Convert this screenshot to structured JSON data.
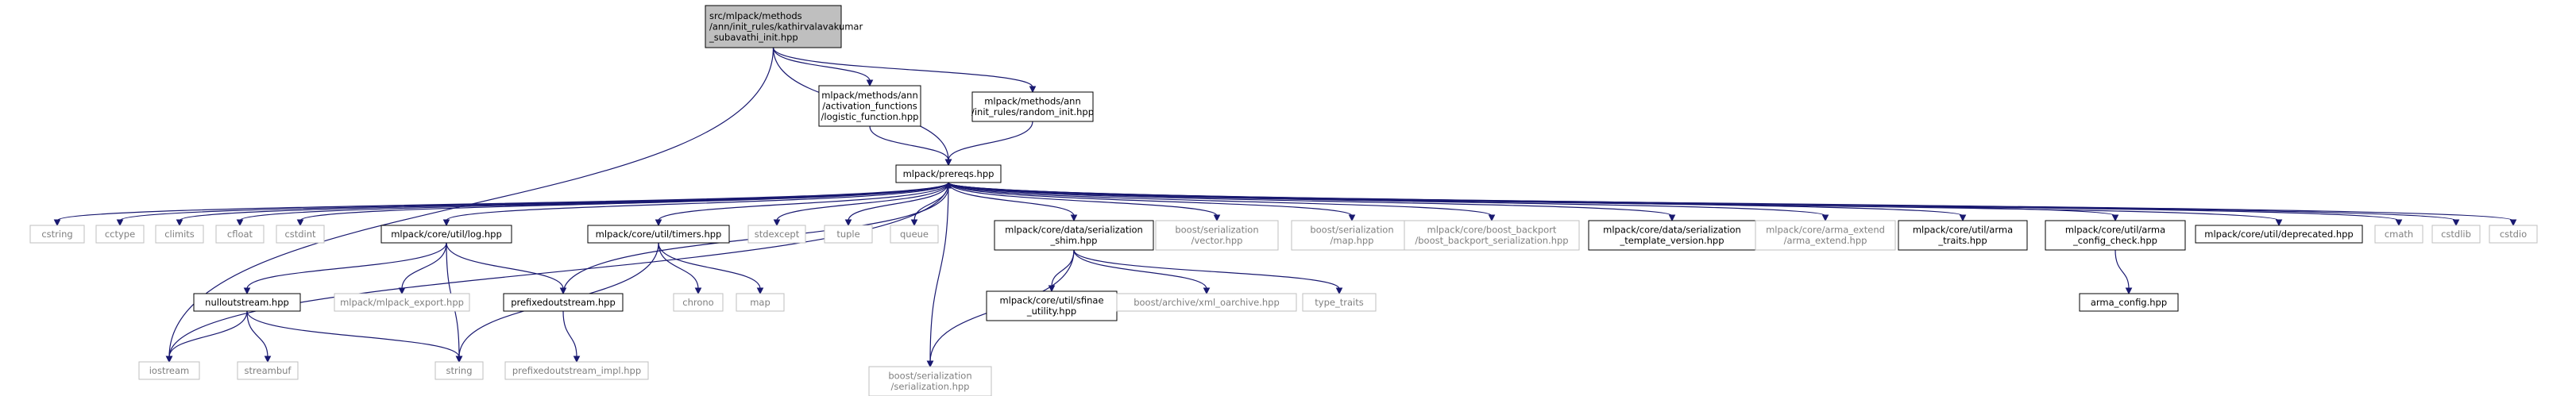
{
  "colors": {
    "edge": "#191970",
    "root_fill": "#bfbfbf",
    "border_black": "#000000",
    "border_gray": "#bfbfbf",
    "text_black": "#000000",
    "text_gray": "#7f7f7f",
    "background": "#ffffff"
  },
  "nodes": [
    {
      "id": "root",
      "lines": [
        "src/mlpack/methods",
        "/ann/init_rules/kathirvalavakumar",
        "_subavathi_init.hpp"
      ],
      "style": "root"
    },
    {
      "id": "logistic",
      "lines": [
        "mlpack/methods/ann",
        "/activation_functions",
        "/logistic_function.hpp"
      ],
      "style": "solid"
    },
    {
      "id": "random_init",
      "lines": [
        "mlpack/methods/ann",
        "/init_rules/random_init.hpp"
      ],
      "style": "solid"
    },
    {
      "id": "prereqs",
      "lines": [
        "mlpack/prereqs.hpp"
      ],
      "style": "solid"
    },
    {
      "id": "cstring",
      "lines": [
        "cstring"
      ],
      "style": "gray"
    },
    {
      "id": "cctype",
      "lines": [
        "cctype"
      ],
      "style": "gray"
    },
    {
      "id": "climits",
      "lines": [
        "climits"
      ],
      "style": "gray"
    },
    {
      "id": "cfloat",
      "lines": [
        "cfloat"
      ],
      "style": "gray"
    },
    {
      "id": "cstdint",
      "lines": [
        "cstdint"
      ],
      "style": "gray"
    },
    {
      "id": "log",
      "lines": [
        "mlpack/core/util/log.hpp"
      ],
      "style": "solid"
    },
    {
      "id": "timers",
      "lines": [
        "mlpack/core/util/timers.hpp"
      ],
      "style": "solid"
    },
    {
      "id": "stdexcept",
      "lines": [
        "stdexcept"
      ],
      "style": "gray"
    },
    {
      "id": "tuple",
      "lines": [
        "tuple"
      ],
      "style": "gray"
    },
    {
      "id": "queue",
      "lines": [
        "queue"
      ],
      "style": "gray"
    },
    {
      "id": "ser_shim",
      "lines": [
        "mlpack/core/data/serialization",
        "_shim.hpp"
      ],
      "style": "solid"
    },
    {
      "id": "boost_vector",
      "lines": [
        "boost/serialization",
        "/vector.hpp"
      ],
      "style": "gray"
    },
    {
      "id": "boost_map",
      "lines": [
        "boost/serialization",
        "/map.hpp"
      ],
      "style": "gray"
    },
    {
      "id": "boost_backport",
      "lines": [
        "mlpack/core/boost_backport",
        "/boost_backport_serialization.hpp"
      ],
      "style": "gray"
    },
    {
      "id": "ser_template",
      "lines": [
        "mlpack/core/data/serialization",
        "_template_version.hpp"
      ],
      "style": "solid"
    },
    {
      "id": "arma_extend",
      "lines": [
        "mlpack/core/arma_extend",
        "/arma_extend.hpp"
      ],
      "style": "gray"
    },
    {
      "id": "arma_traits",
      "lines": [
        "mlpack/core/util/arma",
        "_traits.hpp"
      ],
      "style": "solid"
    },
    {
      "id": "arma_config_check",
      "lines": [
        "mlpack/core/util/arma",
        "_config_check.hpp"
      ],
      "style": "solid"
    },
    {
      "id": "deprecated",
      "lines": [
        "mlpack/core/util/deprecated.hpp"
      ],
      "style": "solid"
    },
    {
      "id": "cmath",
      "lines": [
        "cmath"
      ],
      "style": "gray"
    },
    {
      "id": "cstdlib",
      "lines": [
        "cstdlib"
      ],
      "style": "gray"
    },
    {
      "id": "cstdio",
      "lines": [
        "cstdio"
      ],
      "style": "gray"
    },
    {
      "id": "nullout",
      "lines": [
        "nulloutstream.hpp"
      ],
      "style": "solid"
    },
    {
      "id": "mlpack_export",
      "lines": [
        "mlpack/mlpack_export.hpp"
      ],
      "style": "gray"
    },
    {
      "id": "prefixed",
      "lines": [
        "prefixedoutstream.hpp"
      ],
      "style": "solid"
    },
    {
      "id": "chrono",
      "lines": [
        "chrono"
      ],
      "style": "gray"
    },
    {
      "id": "map",
      "lines": [
        "map"
      ],
      "style": "gray"
    },
    {
      "id": "boost_ser",
      "lines": [
        "boost/serialization",
        "/serialization.hpp"
      ],
      "style": "gray"
    },
    {
      "id": "sfinae",
      "lines": [
        "mlpack/core/util/sfinae",
        "_utility.hpp"
      ],
      "style": "solid"
    },
    {
      "id": "xml_oarchive",
      "lines": [
        "boost/archive/xml_oarchive.hpp"
      ],
      "style": "gray"
    },
    {
      "id": "type_traits",
      "lines": [
        "type_traits"
      ],
      "style": "gray"
    },
    {
      "id": "arma_config",
      "lines": [
        "arma_config.hpp"
      ],
      "style": "solid"
    },
    {
      "id": "iostream",
      "lines": [
        "iostream"
      ],
      "style": "gray"
    },
    {
      "id": "streambuf",
      "lines": [
        "streambuf"
      ],
      "style": "gray"
    },
    {
      "id": "string",
      "lines": [
        "string"
      ],
      "style": "gray"
    },
    {
      "id": "prefixed_impl",
      "lines": [
        "prefixedoutstream_impl.hpp"
      ],
      "style": "gray"
    }
  ],
  "edges": [
    [
      "root",
      "logistic"
    ],
    [
      "root",
      "random_init"
    ],
    [
      "root",
      "prereqs"
    ],
    [
      "root",
      "iostream"
    ],
    [
      "logistic",
      "prereqs"
    ],
    [
      "random_init",
      "prereqs"
    ],
    [
      "prereqs",
      "cstring"
    ],
    [
      "prereqs",
      "cctype"
    ],
    [
      "prereqs",
      "climits"
    ],
    [
      "prereqs",
      "cfloat"
    ],
    [
      "prereqs",
      "cstdint"
    ],
    [
      "prereqs",
      "iostream"
    ],
    [
      "prereqs",
      "log"
    ],
    [
      "prereqs",
      "timers"
    ],
    [
      "prereqs",
      "stdexcept"
    ],
    [
      "prereqs",
      "tuple"
    ],
    [
      "prereqs",
      "queue"
    ],
    [
      "prereqs",
      "boost_ser"
    ],
    [
      "prereqs",
      "ser_shim"
    ],
    [
      "prereqs",
      "boost_vector"
    ],
    [
      "prereqs",
      "boost_map"
    ],
    [
      "prereqs",
      "boost_backport"
    ],
    [
      "prereqs",
      "ser_template"
    ],
    [
      "prereqs",
      "arma_extend"
    ],
    [
      "prereqs",
      "arma_traits"
    ],
    [
      "prereqs",
      "arma_config_check"
    ],
    [
      "prereqs",
      "deprecated"
    ],
    [
      "prereqs",
      "cmath"
    ],
    [
      "prereqs",
      "cstdlib"
    ],
    [
      "prereqs",
      "cstdio"
    ],
    [
      "log",
      "nullout"
    ],
    [
      "log",
      "mlpack_export"
    ],
    [
      "log",
      "prefixed"
    ],
    [
      "log",
      "string"
    ],
    [
      "nullout",
      "iostream"
    ],
    [
      "nullout",
      "streambuf"
    ],
    [
      "nullout",
      "string"
    ],
    [
      "prefixed",
      "prereqs"
    ],
    [
      "prefixed",
      "prefixed_impl"
    ],
    [
      "timers",
      "chrono"
    ],
    [
      "timers",
      "map"
    ],
    [
      "timers",
      "string"
    ],
    [
      "ser_shim",
      "boost_ser"
    ],
    [
      "ser_shim",
      "sfinae"
    ],
    [
      "ser_shim",
      "xml_oarchive"
    ],
    [
      "ser_shim",
      "type_traits"
    ],
    [
      "arma_config_check",
      "arma_config"
    ]
  ]
}
